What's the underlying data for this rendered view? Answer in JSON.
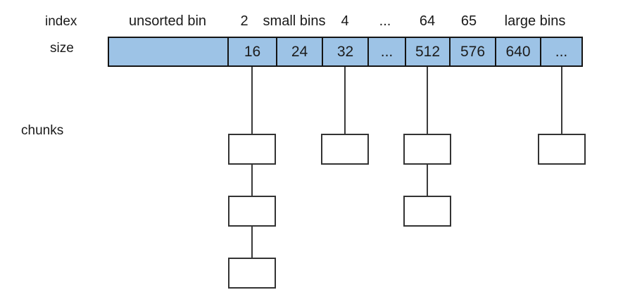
{
  "labels": {
    "index": "index",
    "size": "size",
    "chunks": "chunks"
  },
  "header": [
    "unsorted bin",
    "2",
    "small bins",
    "4",
    "...",
    "64",
    "65",
    "large bins"
  ],
  "bins": {
    "cells": [
      "",
      "16",
      "24",
      "32",
      "...",
      "512",
      "576",
      "640",
      "..."
    ]
  },
  "chunks": {
    "columns": [
      {
        "bin_size": "16",
        "count": 3
      },
      {
        "bin_size": "32",
        "count": 1
      },
      {
        "bin_size": "512",
        "count": 2
      },
      {
        "bin_size": "...",
        "count": 1
      }
    ]
  },
  "colors": {
    "bin_fill": "#9DC3E6",
    "bin_border": "#141414",
    "chunk_fill": "#ffffff",
    "chunk_border": "#333333",
    "line": "#3a3a3a"
  }
}
